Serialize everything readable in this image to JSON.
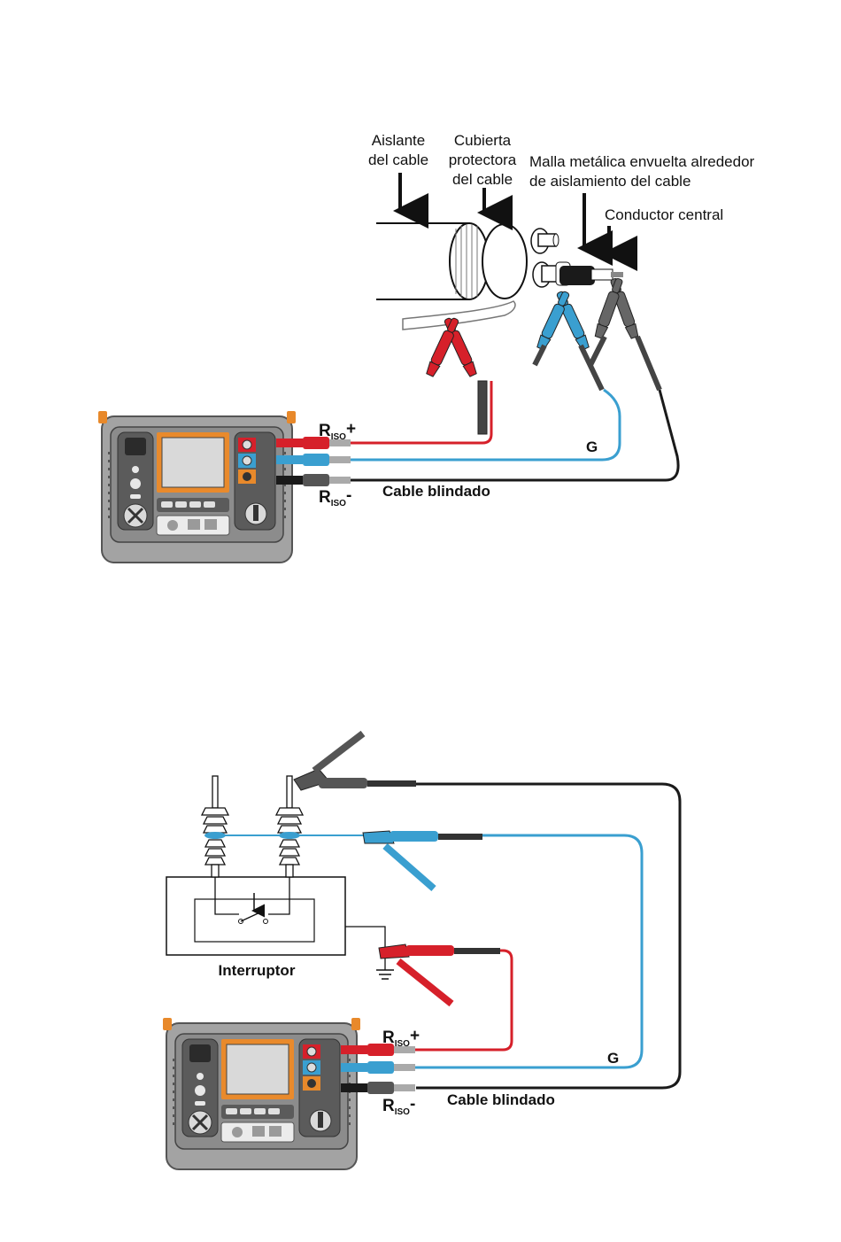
{
  "diagram1": {
    "labels": {
      "insulation": [
        "Aislante",
        "del cable"
      ],
      "jacket": [
        "Cubierta",
        "protectora",
        "del cable"
      ],
      "shield": [
        "Malla metálica envuelta alrededor",
        "de aislamiento del cable"
      ],
      "conductor": "Conductor central",
      "riso_plus_main": "R",
      "riso_plus_sub": "ISO",
      "riso_plus_sign": "+",
      "riso_minus_main": "R",
      "riso_minus_sub": "ISO",
      "riso_minus_sign": "-",
      "guard": "G",
      "shielded_cable": "Cable blindado"
    }
  },
  "diagram2": {
    "labels": {
      "breaker": "Interruptor",
      "riso_plus_main": "R",
      "riso_plus_sub": "ISO",
      "riso_plus_sign": "+",
      "riso_minus_main": "R",
      "riso_minus_sub": "ISO",
      "riso_minus_sign": "-",
      "guard": "G",
      "shielded_cable": "Cable blindado"
    }
  },
  "colors": {
    "red_lead": "#d6202a",
    "blue_lead": "#3a9fd0",
    "black_lead": "#1a1a1a",
    "meter_body": "#a7a7a7",
    "meter_screen_frame": "#e98a2c",
    "meter_screen": "#d9d9d9",
    "orange_foot": "#e8892b"
  }
}
